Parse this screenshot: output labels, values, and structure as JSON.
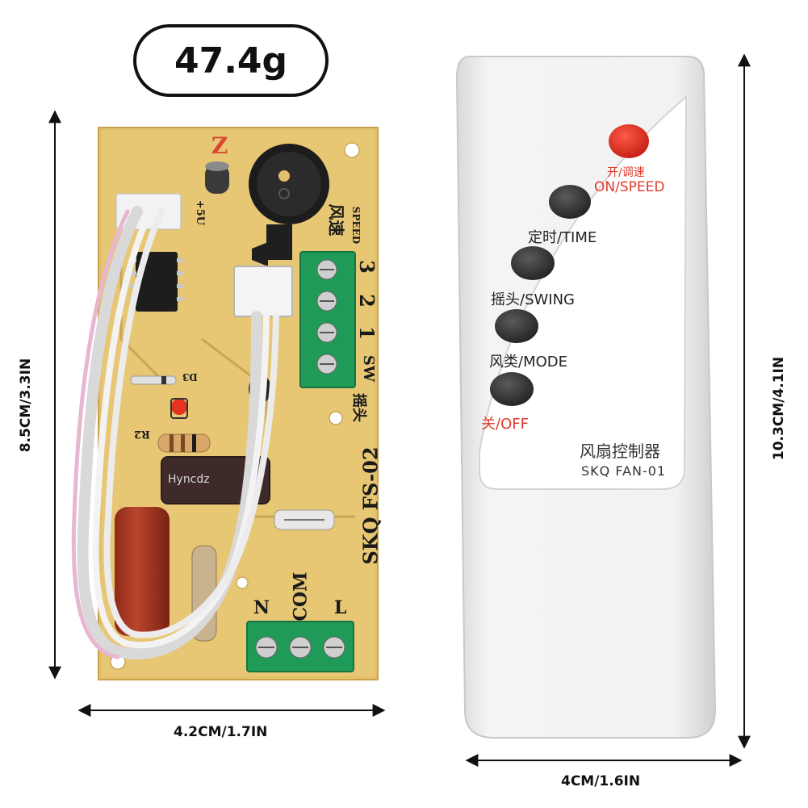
{
  "weight": "47.4g",
  "dimensions": {
    "board_height": "8.5CM/3.3IN",
    "board_width": "4.2CM/1.7IN",
    "remote_height": "10.3CM/4.1IN",
    "remote_width": "4CM/1.6IN"
  },
  "board": {
    "speed_cn": "风速",
    "speed_en": "SPEED",
    "terminal_numbers": [
      "3",
      "2",
      "1"
    ],
    "sw_label": "SW",
    "swing_cn": "摇头",
    "model": "SKQ FS-02",
    "bottom_terminals": [
      "N",
      "COM",
      "L"
    ],
    "capacitor_brand": "Hyncdz",
    "component_d3": "D3",
    "component_r2": "R2",
    "buzzer_mark": "Z",
    "plus_5v": "+5U"
  },
  "remote": {
    "buttons": [
      {
        "label": "开/调速",
        "sub": "ON/SPEED",
        "color": "#e8342a"
      },
      {
        "label": "定时/TIME",
        "color": "#2f2f2f"
      },
      {
        "label": "摇头/SWING",
        "color": "#2f2f2f"
      },
      {
        "label": "风类/MODE",
        "color": "#2f2f2f"
      },
      {
        "label": "关/OFF",
        "color": "#2f2f2f"
      }
    ],
    "title_cn": "风扇控制器",
    "model": "SKQ FAN-01"
  }
}
